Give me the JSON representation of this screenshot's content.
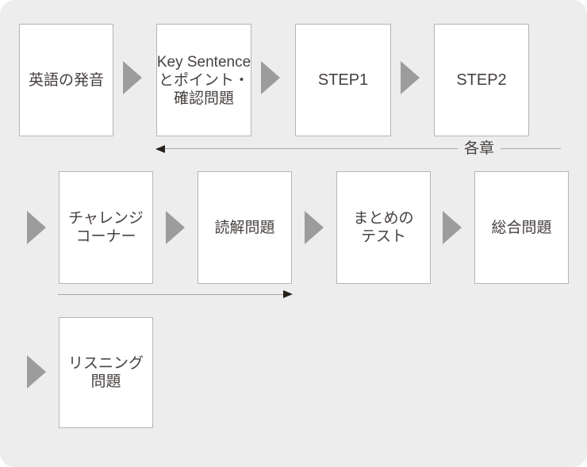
{
  "page": {
    "background_color": "#ededed",
    "canvas_color": "#ffffff"
  },
  "colors": {
    "box_background": "#ffffff",
    "box_border": "#b5b5b5",
    "flow_triangle": "#9c9c9c",
    "text": "#46413f",
    "line": "#a8a8a8",
    "line_arrowhead": "#262019"
  },
  "flowchart": {
    "row1": {
      "boxes": [
        {
          "lines": [
            "英語の発音"
          ]
        },
        {
          "lines": [
            "Key Sentence",
            "とポイント・",
            "確認問題"
          ]
        },
        {
          "lines": [
            "STEP1"
          ]
        },
        {
          "lines": [
            "STEP2"
          ]
        }
      ]
    },
    "chapter_label": "各章",
    "row2": {
      "boxes": [
        {
          "lines": [
            "チャレンジ",
            "コーナー"
          ]
        },
        {
          "lines": [
            "読解問題"
          ]
        },
        {
          "lines": [
            "まとめの",
            "テスト"
          ]
        },
        {
          "lines": [
            "総合問題"
          ]
        }
      ]
    },
    "row3": {
      "boxes": [
        {
          "lines": [
            "リスニング",
            "問題"
          ]
        }
      ]
    }
  }
}
